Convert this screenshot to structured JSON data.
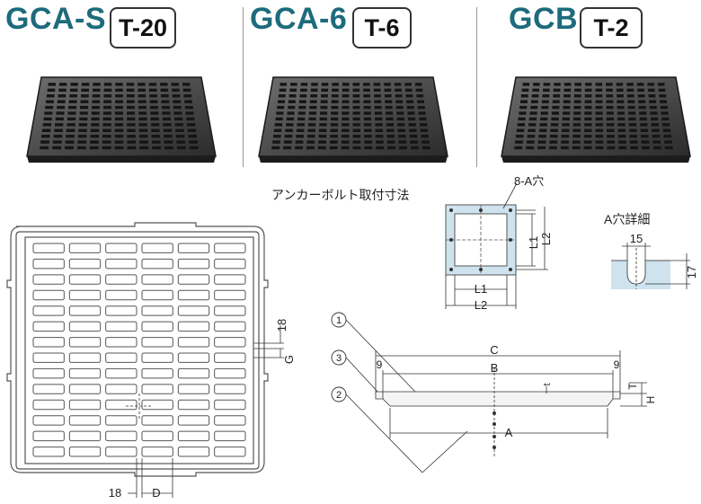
{
  "products": [
    {
      "model": "GCA-S",
      "rating": "T-20"
    },
    {
      "model": "GCA-6",
      "rating": "T-6"
    },
    {
      "model": "GCB",
      "rating": "T-2"
    }
  ],
  "anchor": {
    "title": "アンカーボルト取付寸法",
    "hole_label": "8-A穴",
    "l1": "L1",
    "l2": "L2"
  },
  "hole_detail": {
    "title": "A穴詳細",
    "width": "15",
    "depth": "17"
  },
  "plan": {
    "bar_width": "18",
    "gap": "G",
    "edge": "18",
    "pitch": "D"
  },
  "section": {
    "callouts": [
      "1",
      "3",
      "2"
    ],
    "c": "C",
    "b": "B",
    "left_offset": "9",
    "right_offset": "9",
    "t_small": "t",
    "t_big": "T",
    "h": "H",
    "a": "A"
  }
}
